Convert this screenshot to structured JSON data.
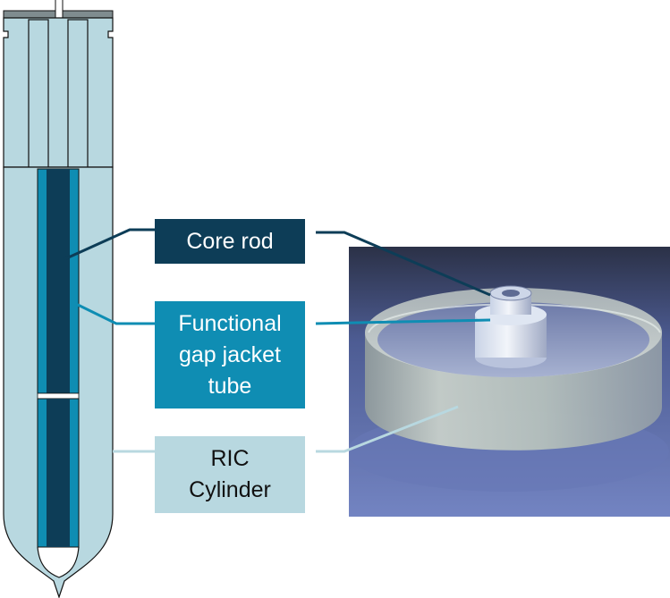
{
  "labels": {
    "core_rod": "Core rod",
    "gap_jacket": "Functional\ngap jacket\ntube",
    "ric_cylinder": "RIC\nCylinder"
  },
  "colors": {
    "core_rod": "#0d3d57",
    "gap_jacket": "#0f8db3",
    "ric_cylinder": "#b8d8e0",
    "outline": "#111111",
    "handle_cap": "#7f8c8f",
    "photo_background": "#5a6aa8",
    "label_text_dark": "#ffffff",
    "label_text_light": "#111111"
  },
  "icons": {
    "preform_drawing": "preform-cross-section",
    "product_photo": "glass-cylinder-photo"
  }
}
